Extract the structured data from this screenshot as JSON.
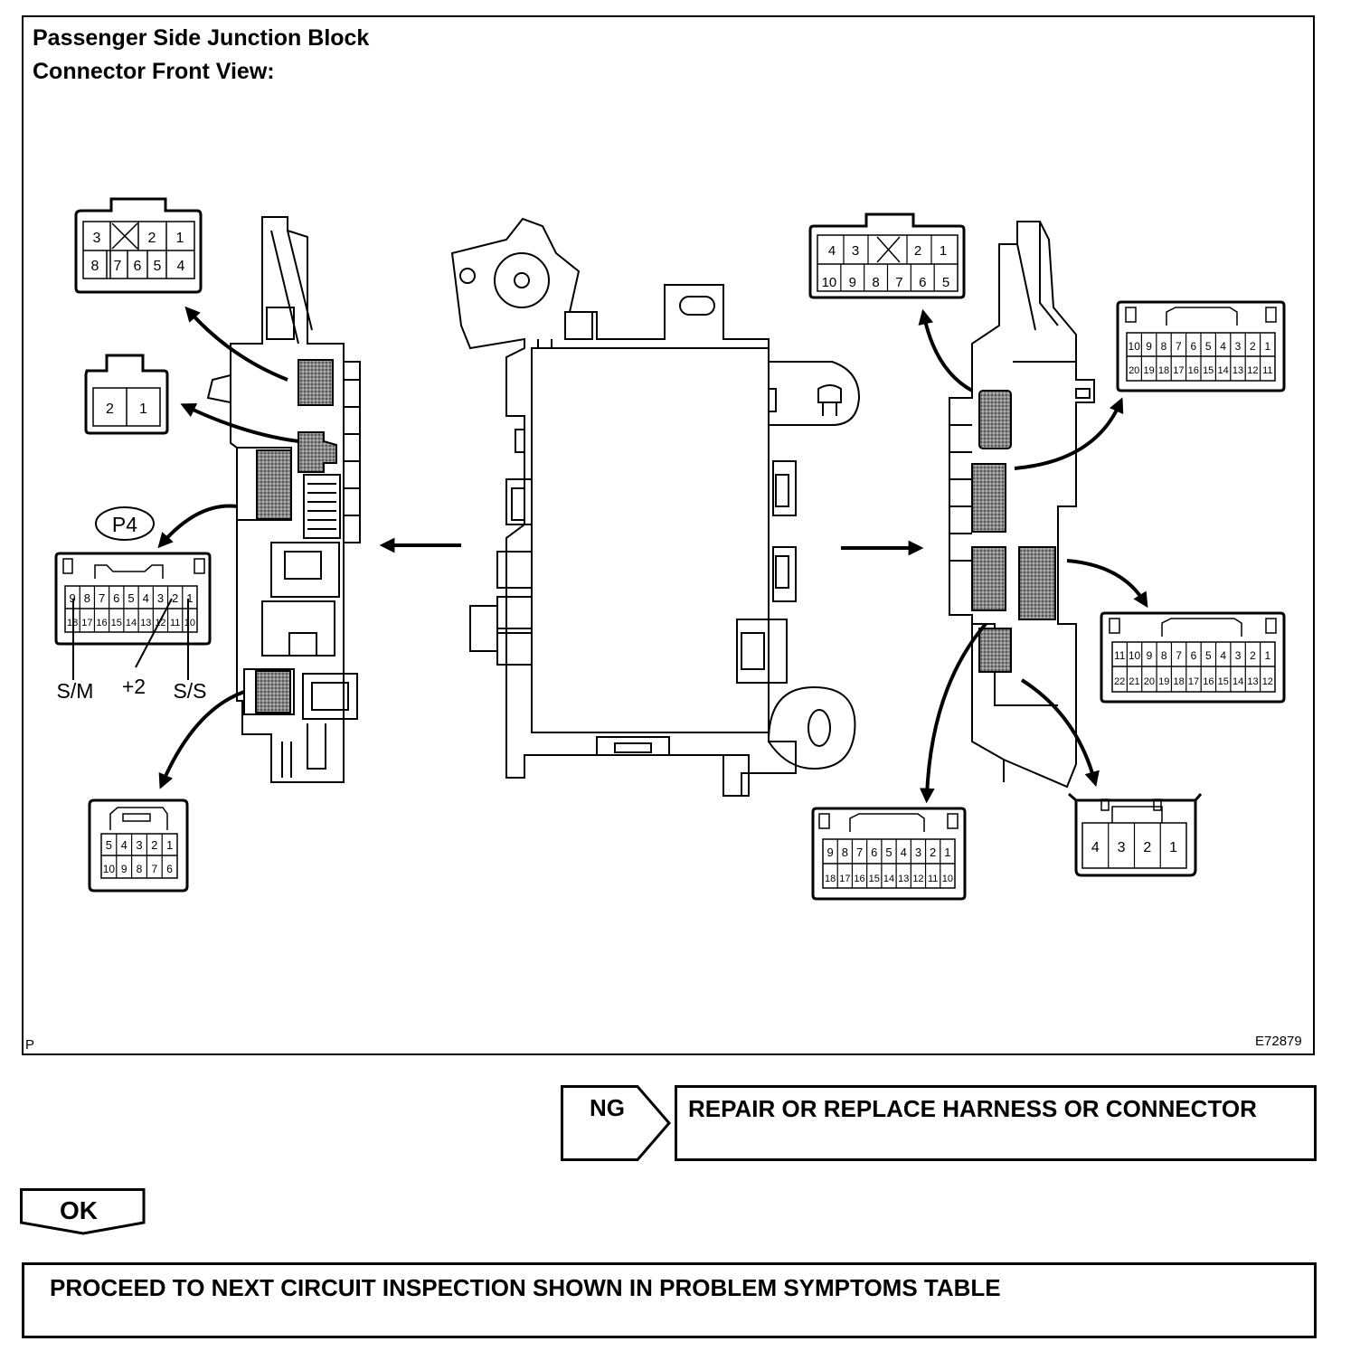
{
  "figure": {
    "title_line1": "Passenger Side Junction Block",
    "title_line2": "Connector Front View:",
    "corner_left": "P",
    "figure_code": "E72879"
  },
  "connectors": {
    "tl": {
      "top": [
        "3",
        "",
        "2",
        "1"
      ],
      "bottom": [
        "8",
        "7",
        "6",
        "5",
        "4"
      ]
    },
    "two": [
      "2",
      "1"
    ],
    "p4_label": "P4",
    "p4": {
      "top": [
        "9",
        "8",
        "7",
        "6",
        "5",
        "4",
        "3",
        "2",
        "1"
      ],
      "bottom": [
        "18",
        "17",
        "16",
        "15",
        "14",
        "13",
        "12",
        "11",
        "10"
      ]
    },
    "p4_callouts": [
      "S/M",
      "+2",
      "S/S"
    ],
    "bl": {
      "top": [
        "5",
        "4",
        "3",
        "2",
        "1"
      ],
      "bottom": [
        "10",
        "9",
        "8",
        "7",
        "6"
      ]
    },
    "tr": {
      "top": [
        "4",
        "3",
        "",
        "2",
        "1"
      ],
      "bottom": [
        "10",
        "9",
        "8",
        "7",
        "6",
        "5"
      ]
    },
    "r20": {
      "top": [
        "10",
        "9",
        "8",
        "7",
        "6",
        "5",
        "4",
        "3",
        "2",
        "1"
      ],
      "bottom": [
        "20",
        "19",
        "18",
        "17",
        "16",
        "15",
        "14",
        "13",
        "12",
        "11"
      ]
    },
    "r22": {
      "top": [
        "11",
        "10",
        "9",
        "8",
        "7",
        "6",
        "5",
        "4",
        "3",
        "2",
        "1"
      ],
      "bottom": [
        "22",
        "21",
        "20",
        "19",
        "18",
        "17",
        "16",
        "15",
        "14",
        "13",
        "12"
      ]
    },
    "b18": {
      "top": [
        "9",
        "8",
        "7",
        "6",
        "5",
        "4",
        "3",
        "2",
        "1"
      ],
      "bottom": [
        "18",
        "17",
        "16",
        "15",
        "14",
        "13",
        "12",
        "11",
        "10"
      ]
    },
    "b4": [
      "4",
      "3",
      "2",
      "1"
    ]
  },
  "flow": {
    "ng_label": "NG",
    "ng_action": "REPAIR OR REPLACE HARNESS OR CONNECTOR",
    "ok_label": "OK",
    "next_step": "PROCEED TO NEXT CIRCUIT INSPECTION SHOWN IN PROBLEM SYMPTOMS TABLE"
  }
}
